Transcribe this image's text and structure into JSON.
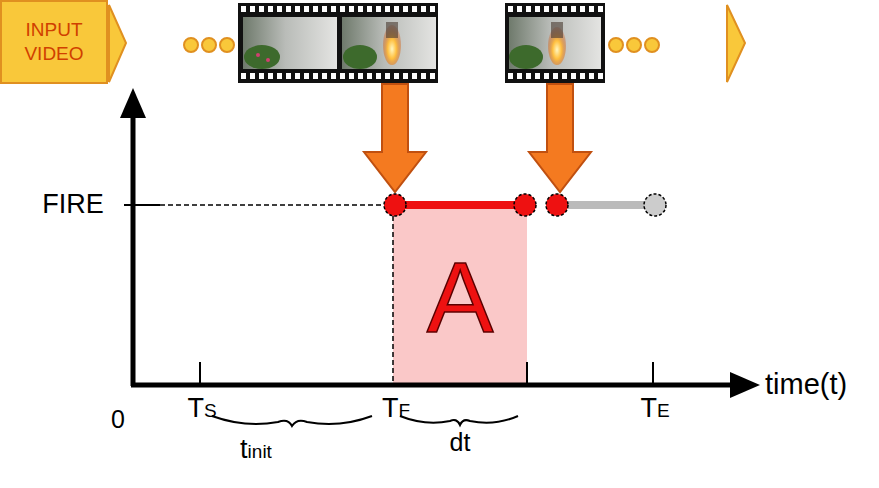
{
  "diagram": {
    "nodes": [
      {
        "text": [
          "INPUT VIDEO"
        ]
      },
      {
        "text": [
          "A"
        ]
      }
    ],
    "labels": [
      "FIRE",
      "time(t)",
      "0",
      "TS",
      "tinit",
      "TF",
      "dt",
      "TE"
    ]
  }
}
